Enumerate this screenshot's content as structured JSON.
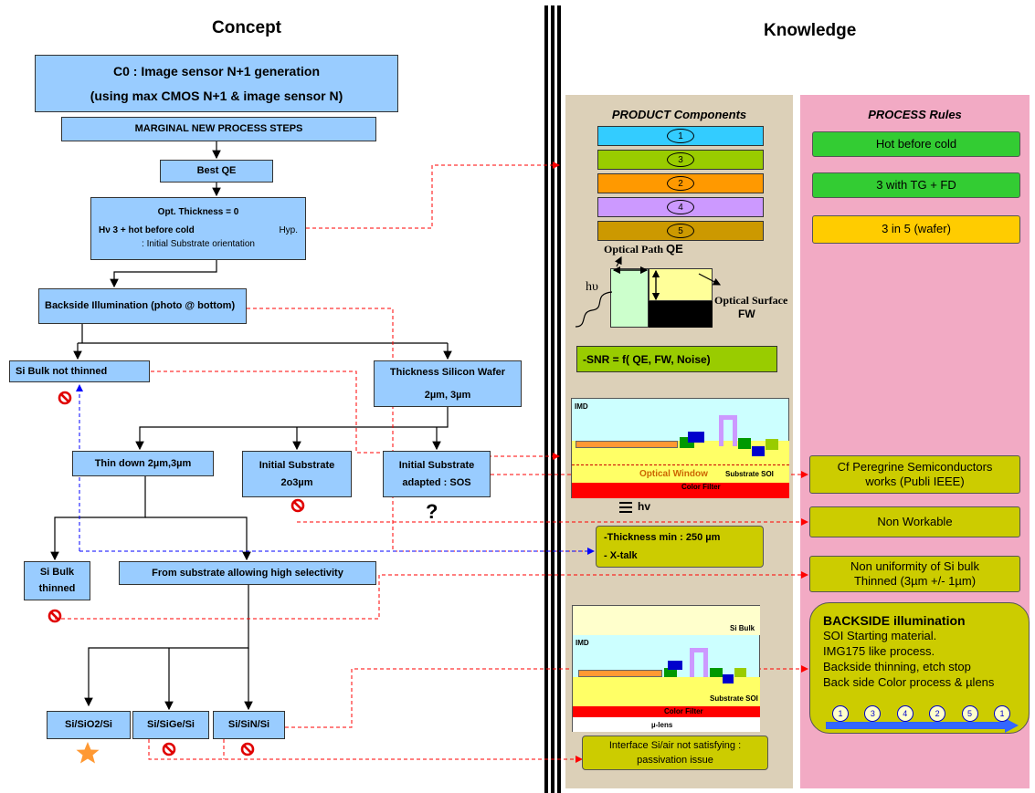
{
  "headers": {
    "concept": "Concept",
    "knowledge": "Knowledge"
  },
  "flow": {
    "c0_line1": "C0 : Image sensor N+1 generation",
    "c0_line2": "(using max CMOS N+1 & image sensor N)",
    "marginal": "MARGINAL NEW PROCESS STEPS",
    "best_qe": "Best QE",
    "opt_line1": "Opt. Thickness = 0",
    "opt_line2": "Hν 3 + hot before cold",
    "opt_hyp": "Hyp.",
    "opt_line3": ": Initial Substrate orientation",
    "backside": "Backside Illumination (photo @ bottom)",
    "si_bulk_not_thinned": "Si Bulk not thinned",
    "thickness_wafer_line1": "Thickness Silicon Wafer",
    "thickness_wafer_line2": "2µm, 3µm",
    "thin_down": "Thin down 2µm,3µm",
    "initial_2o3_line1": "Initial Substrate",
    "initial_2o3_line2": "2o3µm",
    "initial_sos_line1": "Initial Substrate",
    "initial_sos_line2": "adapted : SOS",
    "question_mark": "?",
    "si_bulk_thinned_line1": "Si Bulk",
    "si_bulk_thinned_line2": "thinned",
    "from_substrate": "From substrate allowing high selectivity",
    "si_sio2": "Si/SiO2/Si",
    "si_sige": "Si/SiGe/Si",
    "si_sin": "Si/SiN/Si"
  },
  "product": {
    "title": "PRODUCT Components",
    "layers": [
      {
        "num": "1",
        "color": "#33ccff"
      },
      {
        "num": "3",
        "color": "#99cc00"
      },
      {
        "num": "2",
        "color": "#ff9900"
      },
      {
        "num": "4",
        "color": "#cc99ff"
      },
      {
        "num": "5",
        "color": "#cc9900"
      }
    ],
    "optical_path": "Optical Path",
    "qe": "QE",
    "hv": "hυ",
    "optical_surface": "Optical Surface",
    "fw": "FW",
    "snr": "-SNR = f( QE, FW, Noise)",
    "cs1_imd": "IMD",
    "cs1_optical_window": "Optical Window",
    "cs1_substrate": "Substrate SOI",
    "cs1_color_filter": "Color Filter",
    "cs1_hv": "hv",
    "thickness_min": "-Thickness min : 250 µm",
    "x_talk": "- X-talk",
    "cs2_si_bulk": "Si Bulk",
    "cs2_imd": "IMD",
    "cs2_substrate": "Substrate SOI",
    "cs2_color_filter": "Color Filter",
    "cs2_mu_lens": "µ-lens",
    "interface_line1": "Interface Si/air not satisfying :",
    "interface_line2": "passivation issue"
  },
  "process": {
    "title": "PROCESS Rules",
    "rule1": "Hot before cold",
    "rule2": "3 with TG + FD",
    "rule3": "3  in 5 (wafer)",
    "peregrine_line1": "Cf Peregrine Semiconductors",
    "peregrine_line2": "works (Publi IEEE)",
    "non_workable": "Non Workable",
    "non_uniform_line1": "Non uniformity of Si bulk",
    "non_uniform_line2": "Thinned (3µm +/- 1µm)",
    "bsi_title": "BACKSIDE illumination",
    "bsi_lines": [
      "SOI Starting material.",
      "IMG175 like process.",
      "Backside thinning, etch stop",
      "Back side Color process & µlens"
    ],
    "sequence": [
      "1",
      "3",
      "4",
      "2",
      "5",
      "1"
    ]
  }
}
